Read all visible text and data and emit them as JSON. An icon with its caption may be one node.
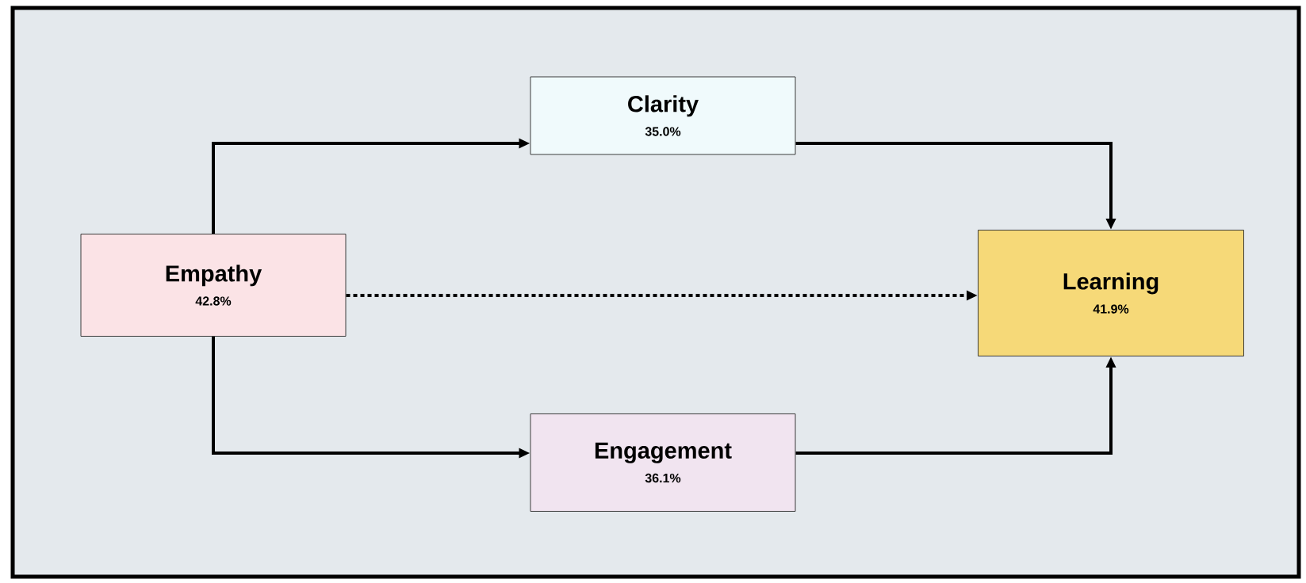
{
  "diagram": {
    "nodes": [
      {
        "text": [
          "Clarity",
          "35.0%"
        ]
      },
      {
        "text": [
          "Empathy",
          "42.8%"
        ]
      },
      {
        "text": [
          "Learning",
          "41.9%"
        ]
      },
      {
        "text": [
          "Engagement",
          "36.1%"
        ]
      }
    ],
    "edges": [
      {
        "from": 1,
        "to": 0,
        "arrow": "to"
      },
      {
        "from": 1,
        "to": 3,
        "arrow": "to"
      },
      {
        "from": 1,
        "to": 2,
        "arrow": "to",
        "style": "dashed"
      },
      {
        "from": 0,
        "to": 2,
        "arrow": "to"
      },
      {
        "from": 3,
        "to": 2,
        "arrow": "to"
      }
    ]
  }
}
